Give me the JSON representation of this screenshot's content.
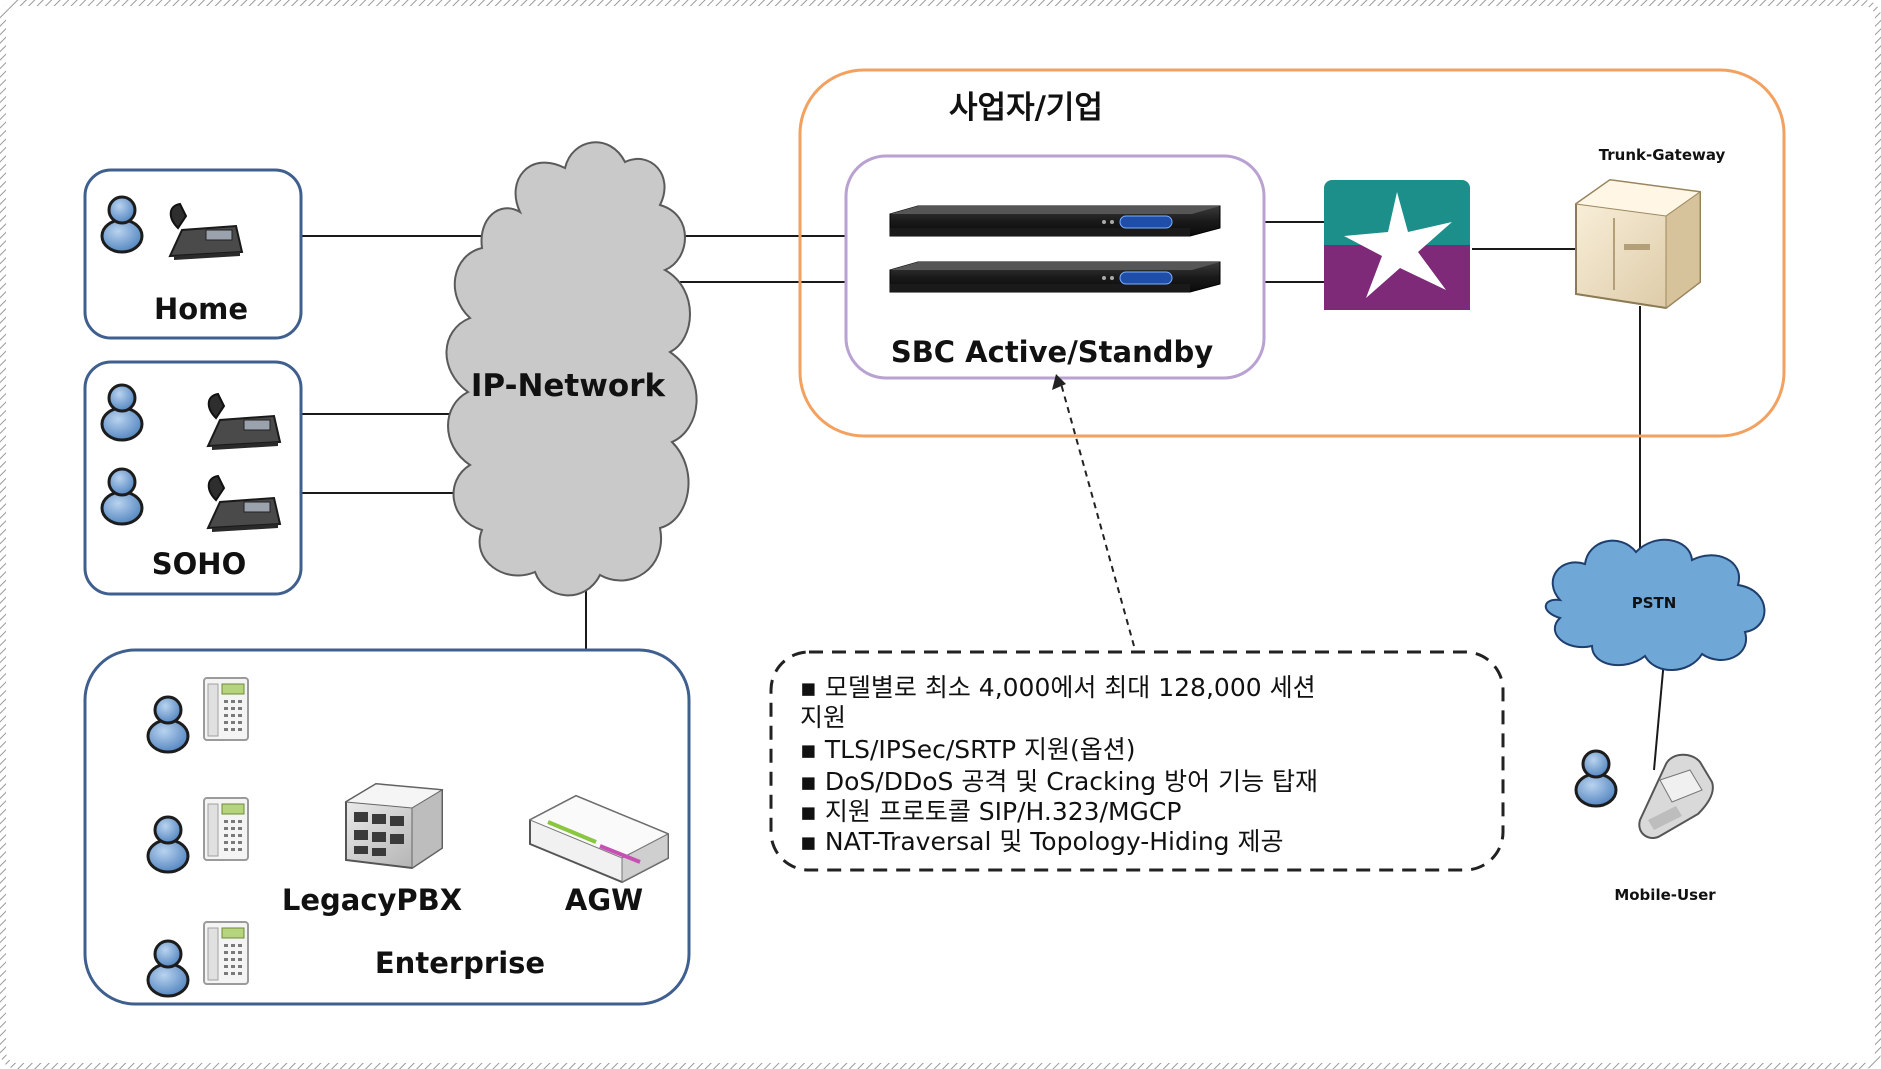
{
  "labels": {
    "home": "Home",
    "soho": "SOHO",
    "enterprise": "Enterprise",
    "legacy_pbx": "LegacyPBX",
    "agw": "AGW",
    "ip_network": "IP-Network",
    "provider": "사업자/기업",
    "sbc": "SBC Active/Standby",
    "trunk_gateway": "Trunk-Gateway",
    "pstn": "PSTN",
    "mobile_user": "Mobile-User"
  },
  "features": [
    "▪ 모델별로 최소 4,000에서 최대 128,000 세션",
    "지원",
    "▪ TLS/IPSec/SRTP 지원(옵션)",
    "▪ DoS/DDoS 공격 및 Cracking 방어 기능 탑재",
    "▪ 지원 프로토콜 SIP/H.323/MGCP",
    "▪ NAT-Traversal 및 Topology-Hiding 제공"
  ],
  "colors": {
    "group_border": "#3f5f8f",
    "provider_border": "#f2a160",
    "sbc_border": "#b9a1d2",
    "cloud_fill": "#c9c9c9",
    "pstn_fill": "#6fa7d6",
    "star_top": "#1d8f8a",
    "star_bottom": "#7e2a79"
  }
}
